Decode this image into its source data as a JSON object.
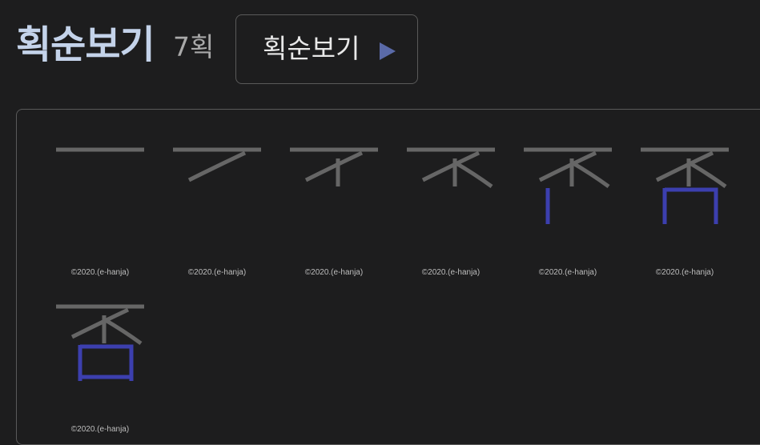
{
  "header": {
    "title": "획순보기",
    "stroke_count": "7획"
  },
  "play_button": {
    "label": "획순보기",
    "icon": "play-triangle-icon",
    "icon_color": "#5a6aa8"
  },
  "frames": [
    {
      "credit": "©2020.(e-hanja)",
      "strokes_drawn": 1
    },
    {
      "credit": "©2020.(e-hanja)",
      "strokes_drawn": 2
    },
    {
      "credit": "©2020.(e-hanja)",
      "strokes_drawn": 3
    },
    {
      "credit": "©2020.(e-hanja)",
      "strokes_drawn": 4
    },
    {
      "credit": "©2020.(e-hanja)",
      "strokes_drawn": 5
    },
    {
      "credit": "©2020.(e-hanja)",
      "strokes_drawn": 6
    },
    {
      "credit": "©2020.(e-hanja)",
      "strokes_drawn": 7
    }
  ],
  "colors": {
    "background": "#1d1d1e",
    "title": "#c4d3ea",
    "stroke_done": "#666666",
    "stroke_current": "#3c3fae",
    "border": "#5a5a5a"
  }
}
